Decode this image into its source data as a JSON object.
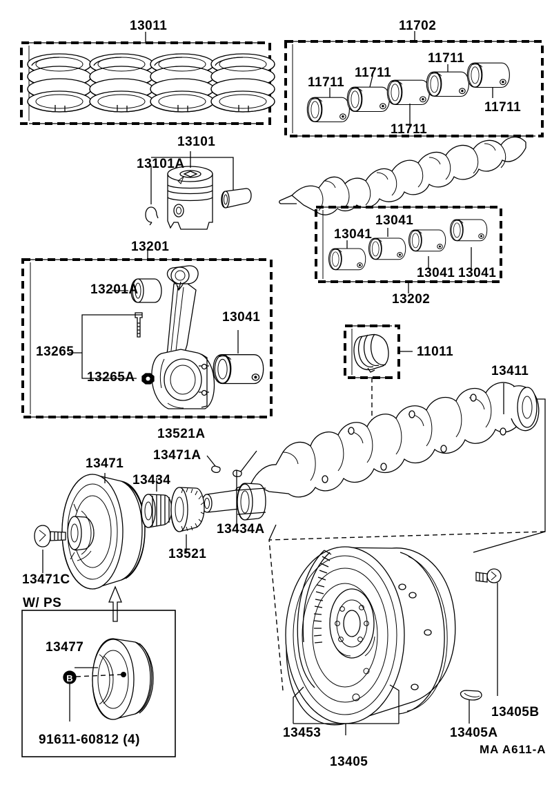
{
  "diagram": {
    "title_code": "MA  A611-A",
    "inset_label": "W/ PS",
    "bolt_marker": "B",
    "bolt_part": "91611-60812 (4)"
  },
  "groups": [
    {
      "name": "piston-ring-set",
      "code": "13011"
    },
    {
      "name": "main-bearing-set",
      "code": "11702"
    },
    {
      "name": "connecting-rod-assembly",
      "code": "13201"
    },
    {
      "name": "connecting-rod-bearing-set",
      "code": "13202"
    },
    {
      "name": "thrust-washer",
      "code": "11011"
    }
  ],
  "callouts": {
    "ring_set": "13011",
    "main_bearing_set": "11702",
    "main_bearing_1": "11711",
    "main_bearing_2": "11711",
    "main_bearing_3": "11711",
    "main_bearing_4": "11711",
    "main_bearing_5": "11711",
    "piston": "13101",
    "piston_pin_snap_ring": "13101A",
    "conrod_set": "13201",
    "conrod_bushing": "13201A",
    "conrod_bolt_group": "13265",
    "conrod_nut": "13265A",
    "conrod_bearing": "13041",
    "rod_bearing_set": "13202",
    "rod_bearing_1": "13041",
    "rod_bearing_2": "13041",
    "rod_bearing_3": "13041",
    "rod_bearing_4": "13041",
    "thrust_washer": "11011",
    "crankshaft": "13411",
    "crank_pulley": "13471",
    "pulley_bolt": "13471C",
    "pulley_key": "13471A",
    "timing_gear": "13434",
    "timing_gear_key": "13434A",
    "crank_sprocket": "13521",
    "sprocket_key": "13521A",
    "ps_pulley": "13477",
    "ps_pulley_bolt": "91611-60812 (4)",
    "flywheel": "13405",
    "ring_gear": "13453",
    "flywheel_pin": "13405A",
    "flywheel_bolt": "13405B"
  }
}
